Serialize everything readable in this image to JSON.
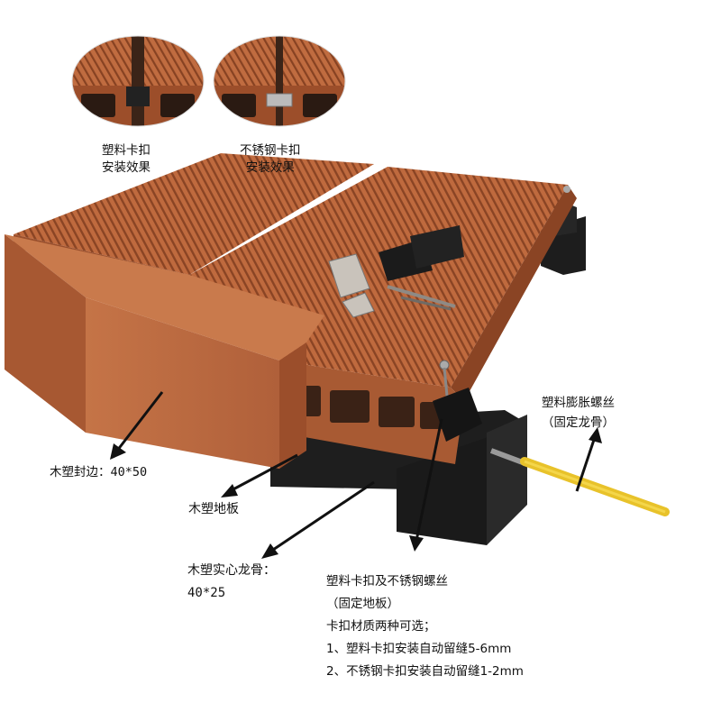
{
  "captions": {
    "plastic_clip": [
      "塑料卡扣",
      "安装效果"
    ],
    "steel_clip": [
      "不锈钢卡扣",
      "安装效果"
    ]
  },
  "labels": {
    "expansion_screw": [
      "塑料膨胀螺丝",
      "（固定龙骨）"
    ],
    "edge_trim": "木塑封边：40*50",
    "deck_board": "木塑地板",
    "solid_joist": [
      "木塑实心龙骨：",
      "40*25"
    ]
  },
  "notes": [
    "塑料卡扣及不锈钢螺丝",
    "（固定地板）",
    "卡扣材质两种可选；",
    "1、塑料卡扣安装自动留缝5-6mm",
    "2、不锈钢卡扣安装自动留缝1-2mm"
  ],
  "colors": {
    "wood": "#b8643a",
    "wood_dark": "#7a3a1c",
    "wood_light": "#d4875a",
    "joist": "#1c1c1c",
    "anchor": "#e8c22a"
  }
}
